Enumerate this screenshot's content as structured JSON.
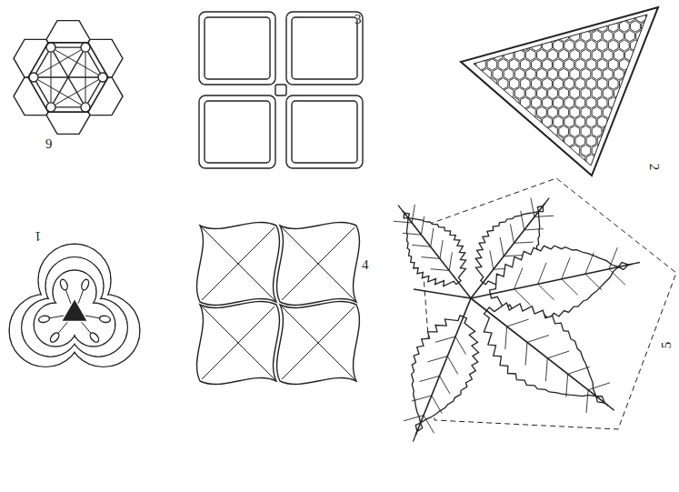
{
  "diagram": {
    "labels": [
      "6",
      "3",
      "2",
      "1",
      "4",
      "5"
    ]
  }
}
